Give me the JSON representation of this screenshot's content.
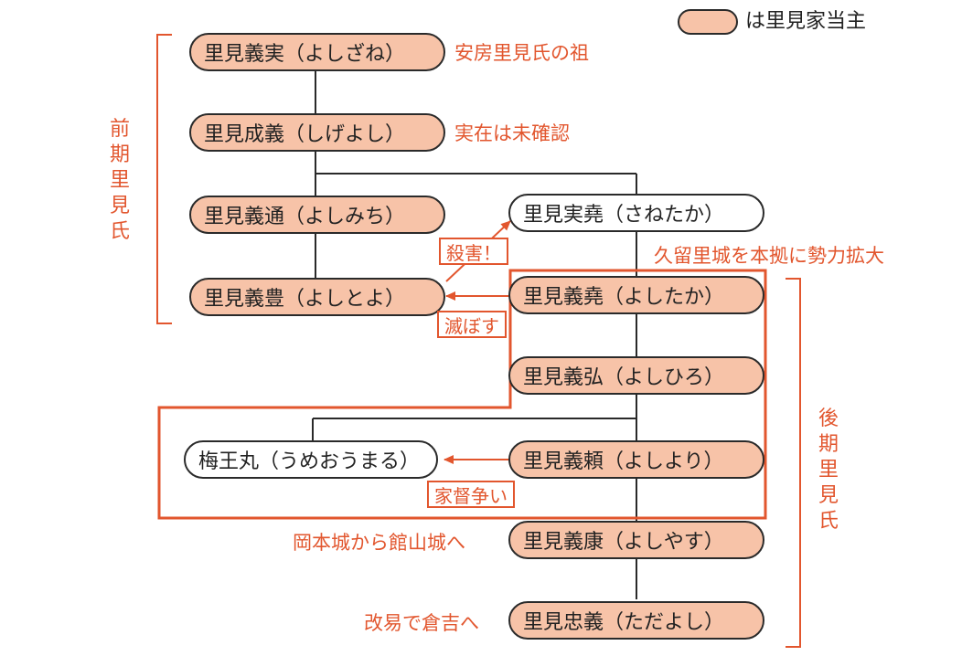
{
  "legend": {
    "text": "は里見家当主"
  },
  "groups": {
    "early": "前期里見氏",
    "late": "後期里見氏"
  },
  "nodes": {
    "yoshizane": "里見義実（よしざね）",
    "shigeyoshi": "里見成義（しげよし）",
    "yoshimichi": "里見義通（よしみち）",
    "yoshitoyo": "里見義豊（よしとよ）",
    "sanetaka": "里見実堯（さねたか）",
    "yoshitaka": "里見義堯（よしたか）",
    "yoshihiro": "里見義弘（よしひろ）",
    "umeomaru": "梅王丸（うめおうまる）",
    "yoshiyori": "里見義頼（よしより）",
    "yoshiyasu": "里見義康（よしやす）",
    "tadayoshi": "里見忠義（ただよし）"
  },
  "notes": {
    "founder": "安房里見氏の祖",
    "unconfirmed": "実在は未確認",
    "kururi": "久留里城を本拠に勢力拡大",
    "move_tateyama": "岡本城から館山城へ",
    "kurayoshi": "改易で倉吉へ"
  },
  "events": {
    "murder": "殺害！",
    "destroy": "滅ぼす",
    "succession": "家督争い"
  },
  "colors": {
    "head_fill": "#f7c3a8",
    "accent": "#e2562e",
    "line": "#2a2a2a"
  }
}
